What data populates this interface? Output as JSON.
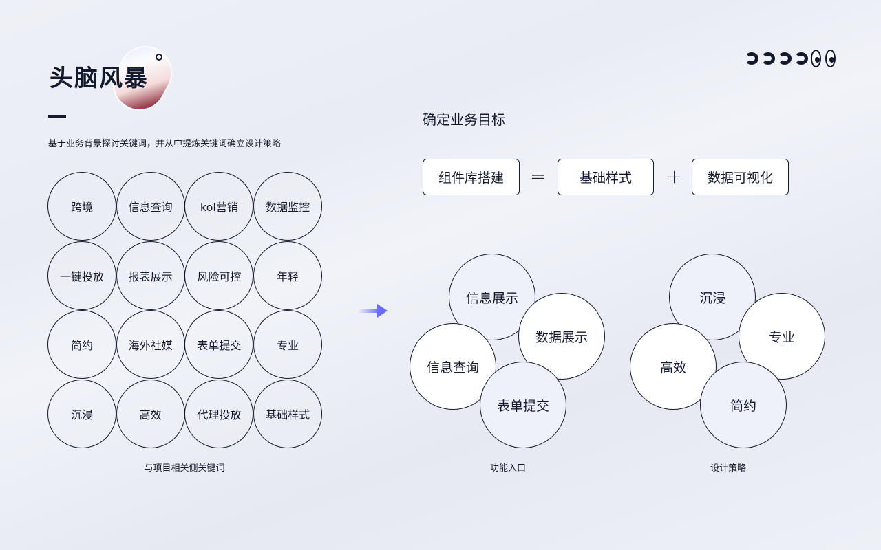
{
  "header": {
    "title": "头脑风暴",
    "subtitle": "基于业务背景探讨关键词，并从中提炼关键词确立设计策略"
  },
  "keywords": {
    "items": [
      "跨境",
      "信息查询",
      "kol营销",
      "数据监控",
      "一键投放",
      "报表展示",
      "风险可控",
      "年轻",
      "简约",
      "海外社媒",
      "表单提交",
      "专业",
      "沉浸",
      "高效",
      "代理投放",
      "基础样式"
    ],
    "caption": "与项目相关侧关键词"
  },
  "goal": {
    "title": "确定业务目标",
    "left": "组件库搭建",
    "equals": "=",
    "a": "基础样式",
    "plus": "+",
    "b": "数据可视化"
  },
  "functions": {
    "items": [
      "信息展示",
      "数据展示",
      "信息查询",
      "表单提交"
    ],
    "caption": "功能入口"
  },
  "strategy": {
    "items": [
      "沉浸",
      "专业",
      "高效",
      "简约"
    ],
    "caption": "设计策略"
  },
  "colors": {
    "ink": "#141a2e",
    "light_fill": "#eef1fa",
    "white": "#ffffff",
    "arrow": "#6b6cf6"
  }
}
